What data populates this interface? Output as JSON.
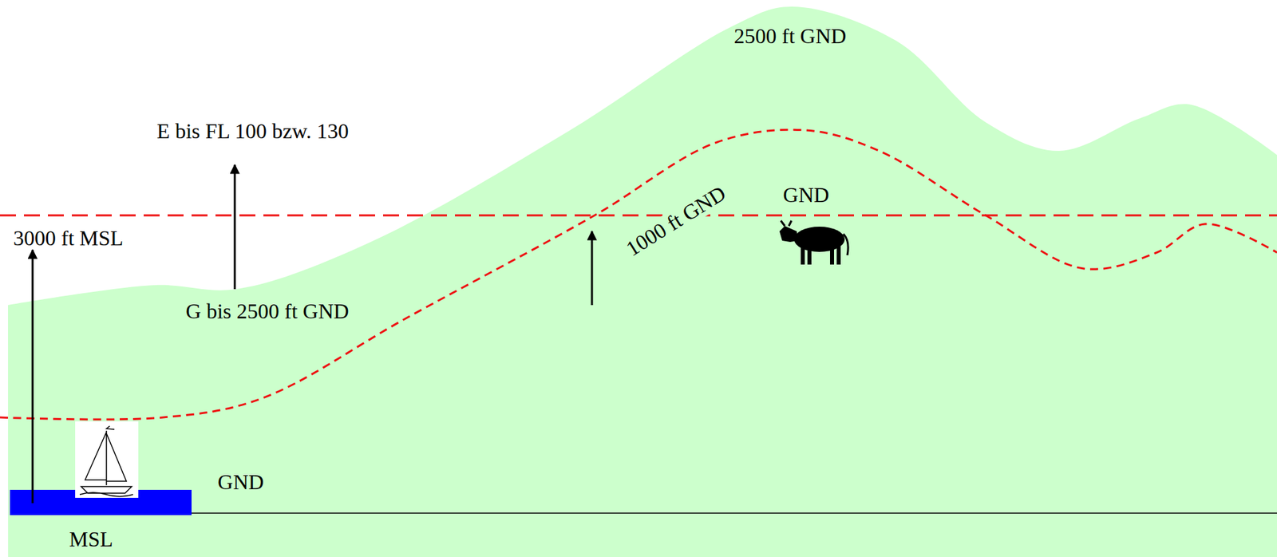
{
  "diagram": {
    "labels": [
      "2500 ft GND",
      "E bis FL 100 bzw. 130",
      "3000 ft MSL",
      "G bis 2500 ft GND",
      "1000 ft GND",
      "GND",
      "GND",
      "MSL"
    ]
  }
}
